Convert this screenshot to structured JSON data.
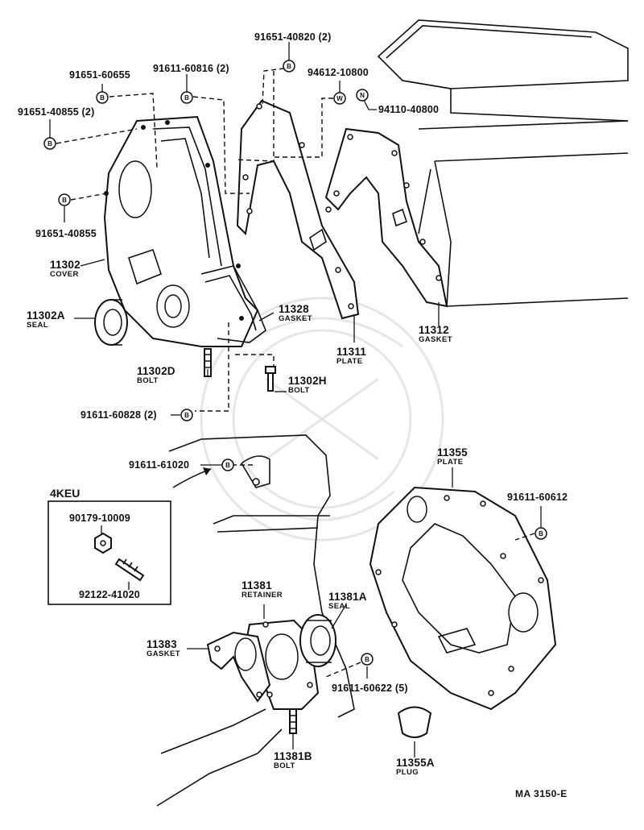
{
  "parts": {
    "p91651_60655": "91651-60655",
    "p91651_40855_2": "91651-40855 (2)",
    "p91651_40855": "91651-40855",
    "p91611_60816_2": "91611-60816 (2)",
    "p91651_40820_2": "91651-40820 (2)",
    "p94612_10800": "94612-10800",
    "p94110_40800": "94110-40800",
    "p11302": {
      "num": "11302",
      "name": "COVER"
    },
    "p11302A": {
      "num": "11302A",
      "name": "SEAL"
    },
    "p11328": {
      "num": "11328",
      "name": "GASKET"
    },
    "p11311": {
      "num": "11311",
      "name": "PLATE"
    },
    "p11312": {
      "num": "11312",
      "name": "GASKET"
    },
    "p11302D": {
      "num": "11302D",
      "name": "BOLT"
    },
    "p11302H": {
      "num": "11302H",
      "name": "BOLT"
    },
    "p91611_60828_2": "91611-60828 (2)",
    "p91611_61020": "91611-61020",
    "p11355": {
      "num": "11355",
      "name": "PLATE"
    },
    "p91611_60612": "91611-60612",
    "p11381": {
      "num": "11381",
      "name": "RETAINER"
    },
    "p11381A": {
      "num": "11381A",
      "name": "SEAL"
    },
    "p11383": {
      "num": "11383",
      "name": "GASKET"
    },
    "p91611_60622_5": "91611-60622 (5)",
    "p11381B": {
      "num": "11381B",
      "name": "BOLT"
    },
    "p11355A": {
      "num": "11355A",
      "name": "PLUG"
    }
  },
  "inset": {
    "title": "4KEU",
    "p90179_10009": "90179-10009",
    "p92122_41020": "92122-41020"
  },
  "bubbles": {
    "b": "B",
    "w": "W",
    "n": "N"
  },
  "diagram_code": "MA  3150-E"
}
